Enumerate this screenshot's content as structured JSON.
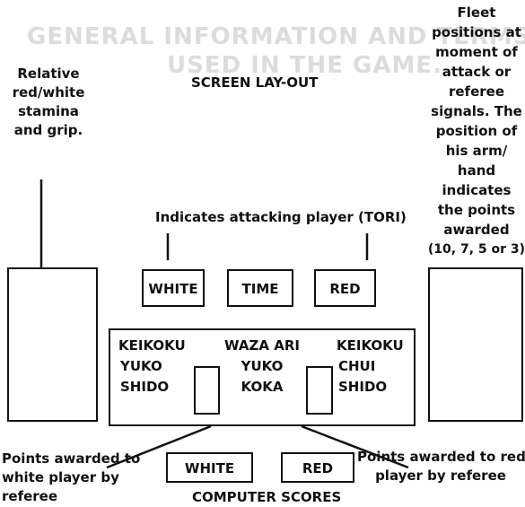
{
  "heading": "SCREEN LAY-OUT",
  "annotations": {
    "left_top": [
      "Relative",
      "red/white",
      "stamina",
      "and grip."
    ],
    "right_top": [
      "Fleet",
      "positions at",
      "moment of",
      "attack or",
      "referee",
      "signals. The",
      "position of",
      "his arm/",
      "hand",
      "indicates",
      "the points",
      "awarded",
      "(10, 7, 5 or 3)"
    ],
    "attacking": "Indicates attacking player (TORI)",
    "bottom_left": [
      "Points awarded to",
      "white player by",
      "referee"
    ],
    "bottom_right": [
      "Points awarded to red",
      "player by referee"
    ],
    "computer_scores": "COMPUTER SCORES"
  },
  "boxes": {
    "white": "WHITE",
    "time": "TIME",
    "red": "RED",
    "left_panel": [
      "KEIKOKU",
      "YUKO",
      "SHIDO"
    ],
    "center_panel": [
      "WAZA ARI",
      "YUKO",
      "KOKA"
    ],
    "right_panel": [
      "KEIKOKU",
      "CHUI",
      "SHIDO"
    ],
    "score_white": "WHITE",
    "score_red": "RED"
  },
  "background_text": {
    "title": [
      "GENERAL INFORMATION AND TERMS",
      "USED IN THE GAME."
    ]
  }
}
